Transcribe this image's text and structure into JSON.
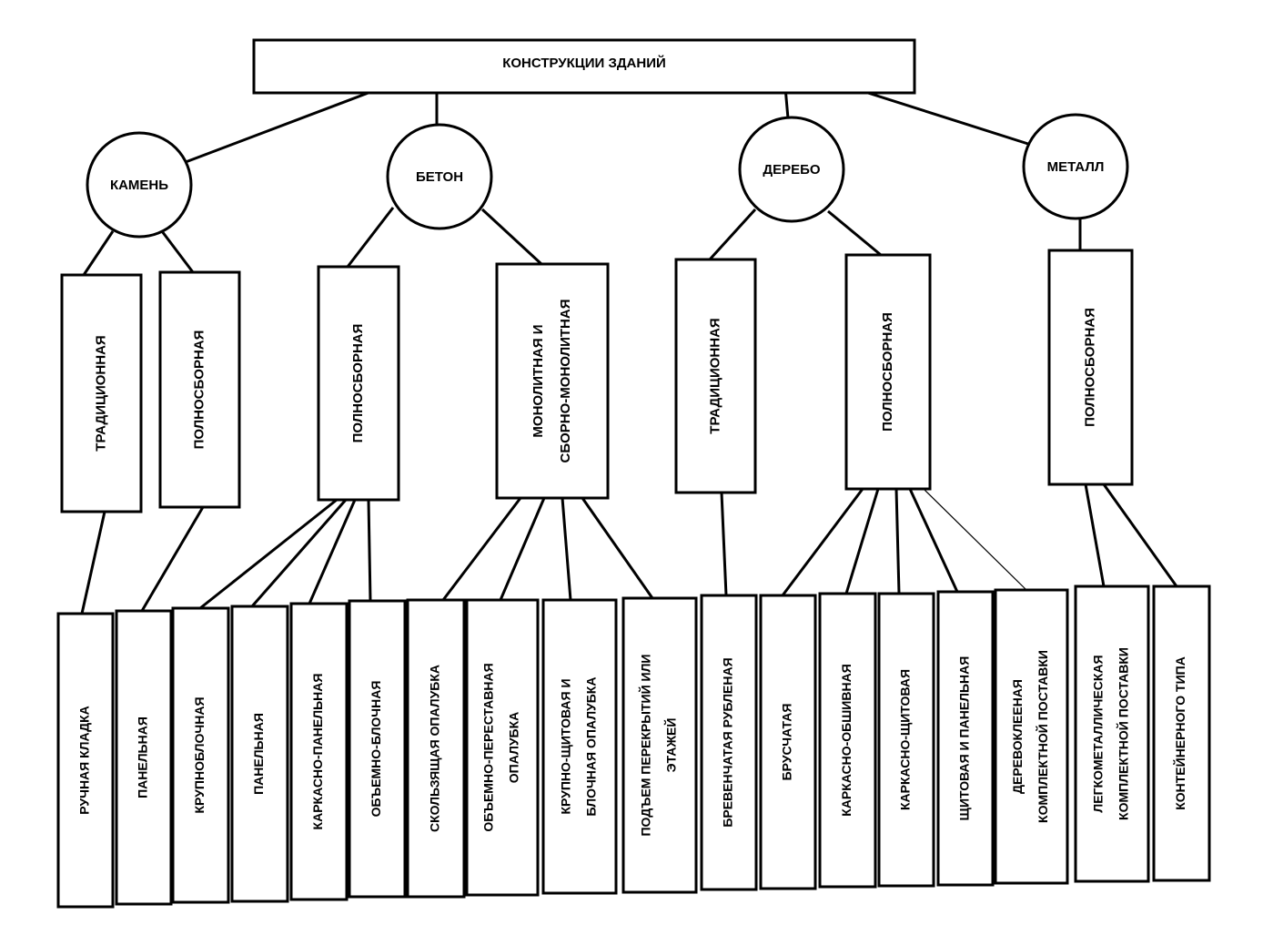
{
  "root": {
    "label": "КОНСТРУКЦИИ ЗДАНИЙ"
  },
  "materials": [
    {
      "label": "КАМЕНЬ"
    },
    {
      "label": "БЕТОН"
    },
    {
      "label": "ДЕРЕБО"
    },
    {
      "label": "МЕТАЛЛ"
    }
  ],
  "methods": [
    {
      "lines": [
        "ТРАДИЦИОННАЯ"
      ]
    },
    {
      "lines": [
        "ПОЛНОСБОРНАЯ"
      ]
    },
    {
      "lines": [
        "ПОЛНОСБОРНАЯ"
      ]
    },
    {
      "lines": [
        "МОНОЛИТНАЯ И",
        "СБОРНО-МОНОЛИТНАЯ"
      ]
    },
    {
      "lines": [
        "ТРАДИЦИОННАЯ"
      ]
    },
    {
      "lines": [
        "ПОЛНОСБОРНАЯ"
      ]
    },
    {
      "lines": [
        "ПОЛНОСБОРНАЯ"
      ]
    }
  ],
  "types": [
    {
      "lines": [
        "РУЧНАЯ КЛАДКА"
      ]
    },
    {
      "lines": [
        "ПАНЕЛЬНАЯ"
      ]
    },
    {
      "lines": [
        "КРУПНОБЛОЧНАЯ"
      ]
    },
    {
      "lines": [
        "ПАНЕЛЬНАЯ"
      ]
    },
    {
      "lines": [
        "КАРКАСНО-ПАНЕЛЬНАЯ"
      ]
    },
    {
      "lines": [
        "ОБЪЕМНО-БЛОЧНАЯ"
      ]
    },
    {
      "lines": [
        "СКОЛЬЗЯЩАЯ ОПАЛУБКА"
      ]
    },
    {
      "lines": [
        "ОБЪЕМНО-ПЕРЕСТАВНАЯ",
        "ОПАЛУБКА"
      ]
    },
    {
      "lines": [
        "КРУПНО-ЩИТОВАЯ И",
        "БЛОЧНАЯ ОПАЛУБКА"
      ]
    },
    {
      "lines": [
        "ПОДЪЕМ ПЕРЕКРЫТИЙ ИЛИ",
        "ЭТАЖЕЙ"
      ]
    },
    {
      "lines": [
        "БРЕВЕНЧАТАЯ РУБЛЕНАЯ"
      ]
    },
    {
      "lines": [
        "БРУСЧАТАЯ"
      ]
    },
    {
      "lines": [
        "КАРКАСНО-ОБШИВНАЯ"
      ]
    },
    {
      "lines": [
        "КАРКАСНО-ЩИТОВАЯ"
      ]
    },
    {
      "lines": [
        "ЩИТОВАЯ И ПАНЕЛЬНАЯ"
      ]
    },
    {
      "lines": [
        "ДЕРЕВОКЛЕЕНАЯ",
        "КОМПЛЕКТНОЙ ПОСТАВКИ"
      ]
    },
    {
      "lines": [
        "ЛЕГКОМЕТАЛЛИЧЕСКАЯ",
        "КОМПЛЕКТНОЙ ПОСТАВКИ"
      ]
    },
    {
      "lines": [
        "КОНТЕЙНЕРНОГО ТИПА"
      ]
    }
  ]
}
